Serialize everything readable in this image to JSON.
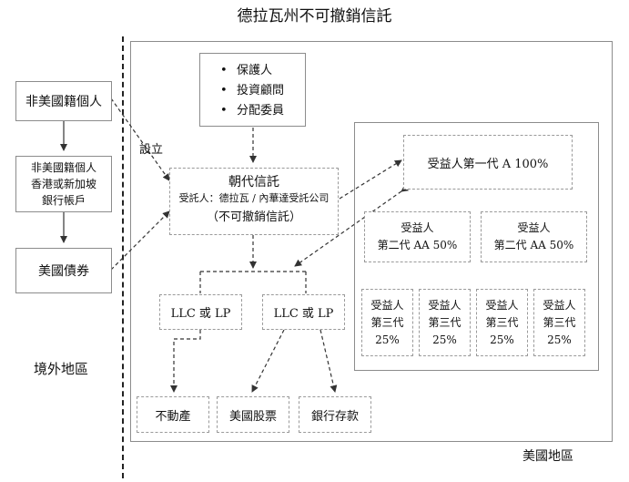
{
  "title": "德拉瓦州不可撤銷信託",
  "region_offshore": "境外地區",
  "region_us": "美國地區",
  "left": {
    "person": "非美國籍個人",
    "bank_lines": [
      "非美國籍個人",
      "香港或新加坡",
      "銀行帳戶"
    ],
    "bonds": "美國債券",
    "establish": "設立"
  },
  "roles": [
    "保護人",
    "投資顧問",
    "分配委員"
  ],
  "trust": {
    "name": "朝代信託",
    "trustee": "受託人：德拉瓦 / 內華達受託公司",
    "type": "（不可撤銷信託）"
  },
  "entities": [
    "LLC 或 LP",
    "LLC 或 LP"
  ],
  "assets": [
    "不動產",
    "美國股票",
    "銀行存款"
  ],
  "beneficiaries": {
    "gen1": "受益人第一代 A 100%",
    "gen2": [
      {
        "label": "受益人",
        "share": "第二代 AA 50%"
      },
      {
        "label": "受益人",
        "share": "第二代 AA 50%"
      }
    ],
    "gen3": [
      {
        "label": "受益人",
        "gen": "第三代",
        "pct": "25%"
      },
      {
        "label": "受益人",
        "gen": "第三代",
        "pct": "25%"
      },
      {
        "label": "受益人",
        "gen": "第三代",
        "pct": "25%"
      },
      {
        "label": "受益人",
        "gen": "第三代",
        "pct": "25%"
      }
    ]
  },
  "colors": {
    "dashed_border": "#9a9a9a",
    "solid_border": "#8c8c8c",
    "arrow": "#333333",
    "divider": "#222222"
  }
}
